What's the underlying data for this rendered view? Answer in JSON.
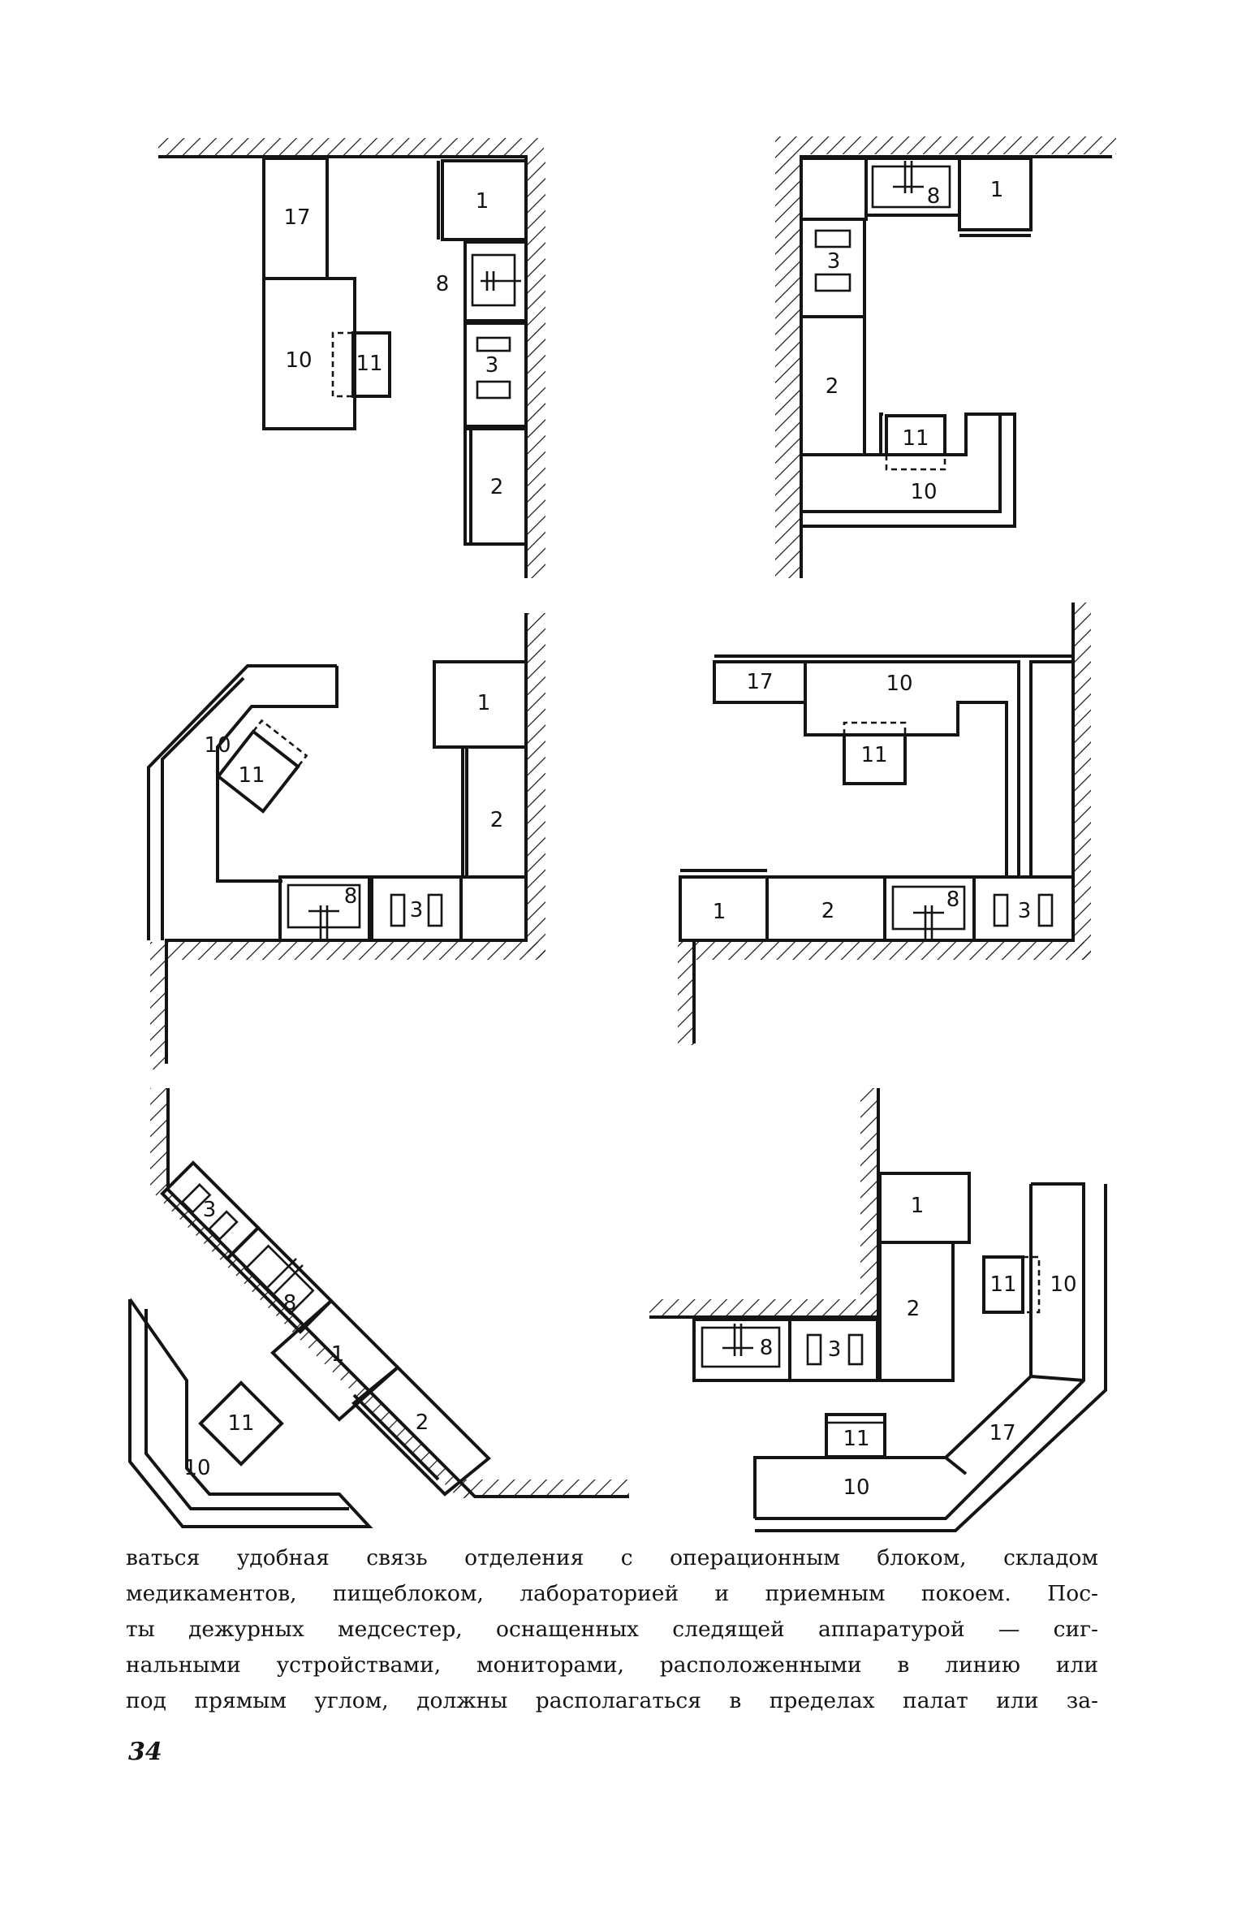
{
  "figure": {
    "labels": {
      "work_table": "1",
      "cabinet": "2",
      "washer": "3",
      "sink": "8",
      "nurse_desk": "10",
      "chair": "11",
      "cupboard": "17"
    }
  },
  "body_text": {
    "lines": [
      "ваться удобная связь отделения с операционным блоком, складом",
      "медикаментов, пищеблоком, лабораторией и приемным покоем. Пос-",
      "ты дежурных медсестер, оснащенных следящей аппаратурой — сиг-",
      "нальными устройствами, мониторами, расположенными в линию или",
      "под прямым углом, должны располагаться в пределах палат или за-"
    ]
  },
  "page_number": "34"
}
